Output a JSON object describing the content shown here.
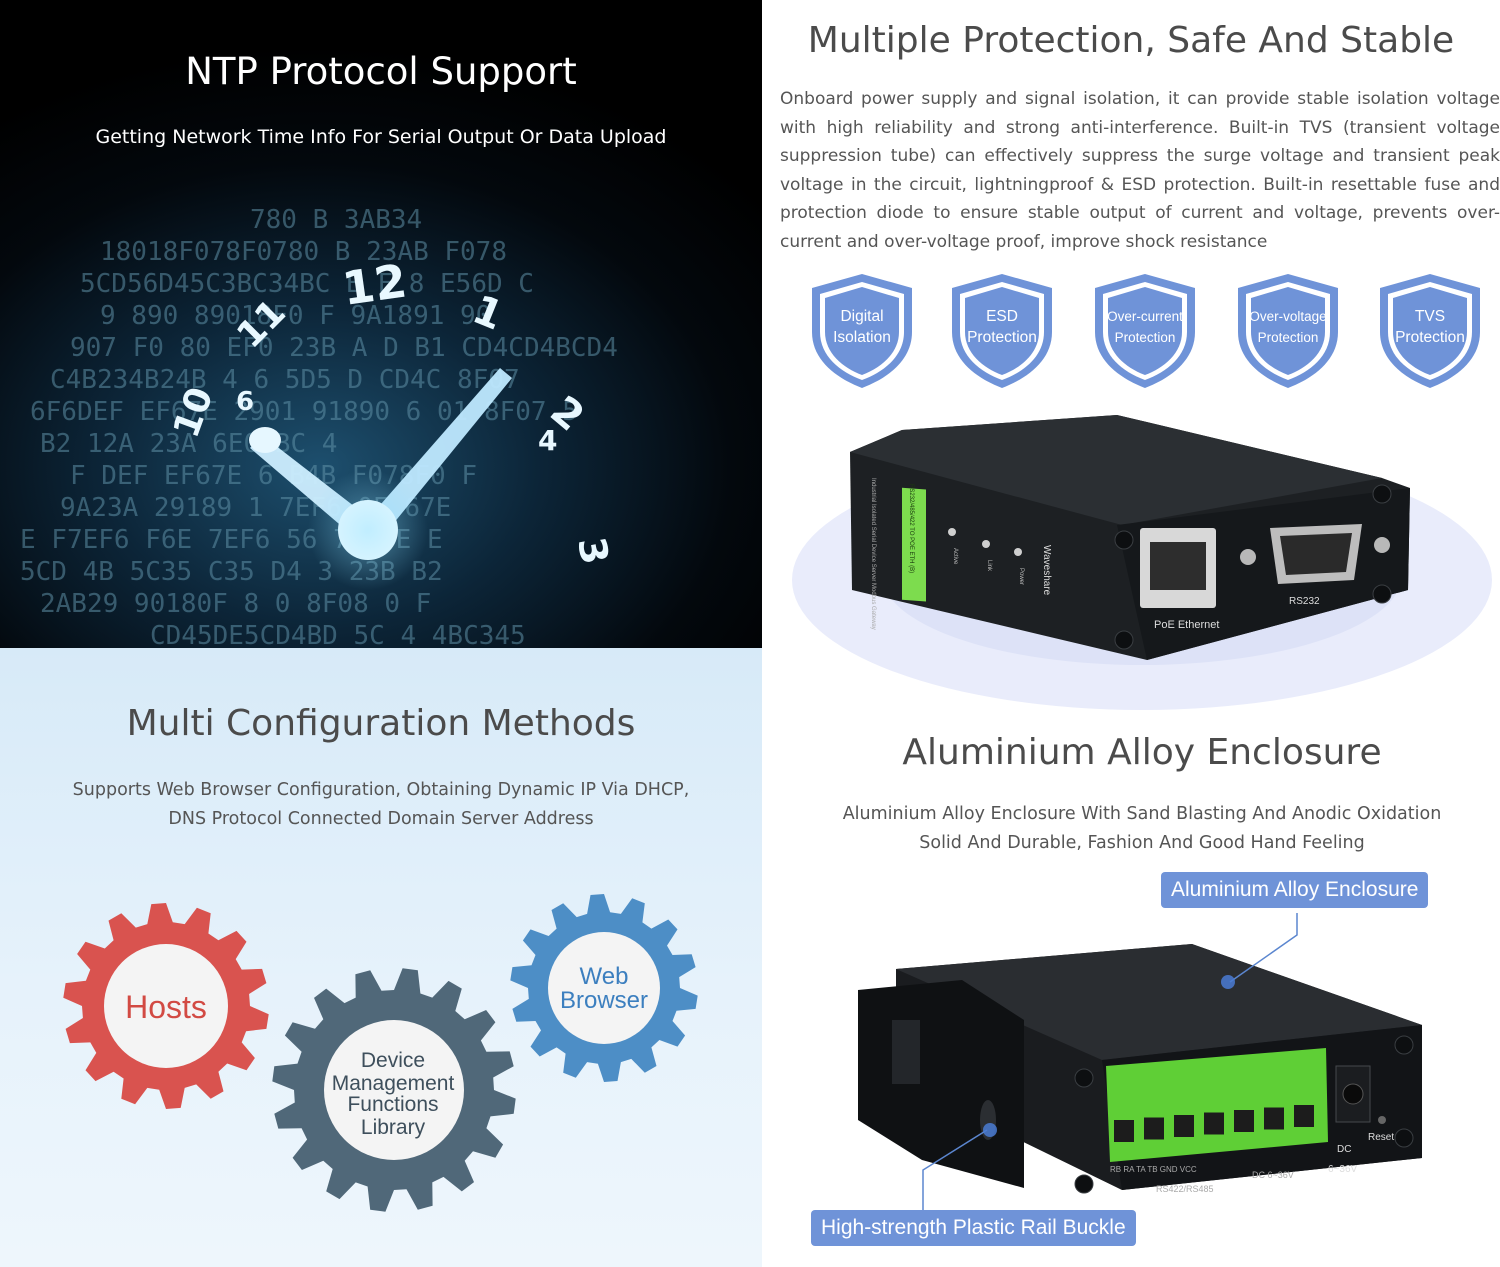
{
  "ntp": {
    "title": "NTP Protocol Support",
    "subtitle": "Getting Network Time Info For Serial Output Or Data Upload",
    "clock_numbers": [
      "12",
      "1",
      "2",
      "3",
      "10",
      "11",
      "6",
      "4"
    ]
  },
  "config": {
    "title": "Multi Configuration Methods",
    "desc_line1": "Supports Web Browser Configuration, Obtaining Dynamic IP Via DHCP,",
    "desc_line2": "DNS Protocol Connected Domain Server Address",
    "gears": {
      "hosts": "Hosts",
      "device_lines": [
        "Device",
        "Management",
        "Functions",
        "Library"
      ],
      "web_lines": [
        "Web",
        "Browser"
      ]
    },
    "colors": {
      "red_gear": "#d9534f",
      "slate_gear": "#506879",
      "blue_gear": "#4d8ec6"
    }
  },
  "protection": {
    "title": "Multiple Protection, Safe And Stable",
    "description": "Onboard power supply and signal isolation, it can provide stable isolation voltage with high reliability and strong anti-interference. Built-in TVS (transient voltage suppression tube) can effectively suppress the surge voltage and transient peak voltage in the circuit, lightningproof & ESD protection. Built-in resettable fuse and protection diode to ensure stable output of current and voltage, prevents over-current and over-voltage proof, improve shock resistance",
    "shields": [
      {
        "line1": "Digital",
        "line2": "Isolation",
        "small": false
      },
      {
        "line1": "ESD",
        "line2": "Protection",
        "small": false
      },
      {
        "line1": "Over-current",
        "line2": "Protection",
        "small": true
      },
      {
        "line1": "Over-voltage",
        "line2": "Protection",
        "small": true
      },
      {
        "line1": "TVS",
        "line2": "Protection",
        "small": false
      }
    ],
    "device_labels": {
      "port1": "PoE Ethernet",
      "port2": "RS232",
      "brand": "Waveshare",
      "led1": "Active",
      "led2": "Link",
      "led3": "Power",
      "sticker": "RS232/485/422 TO POE ETH (B)",
      "side_text": "Industrial Isolated Serial Device Server Modbus Gateway"
    }
  },
  "enclosure": {
    "title": "Aluminium Alloy Enclosure",
    "desc_line1": "Aluminium Alloy Enclosure With Sand Blasting And Anodic Oxidation",
    "desc_line2": "Solid And Durable, Fashion And Good Hand Feeling",
    "callout_top": "Aluminium Alloy Enclosure",
    "callout_bottom": "High-strength Plastic Rail Buckle",
    "device_labels": {
      "dc": "DC",
      "reset": "Reset",
      "voltage": "6~36V",
      "terminal_caption": "RS422/RS485",
      "dc_caption": "DC 6~36V",
      "pins": "RB  RA  TA  TB  GND  VCC"
    }
  }
}
